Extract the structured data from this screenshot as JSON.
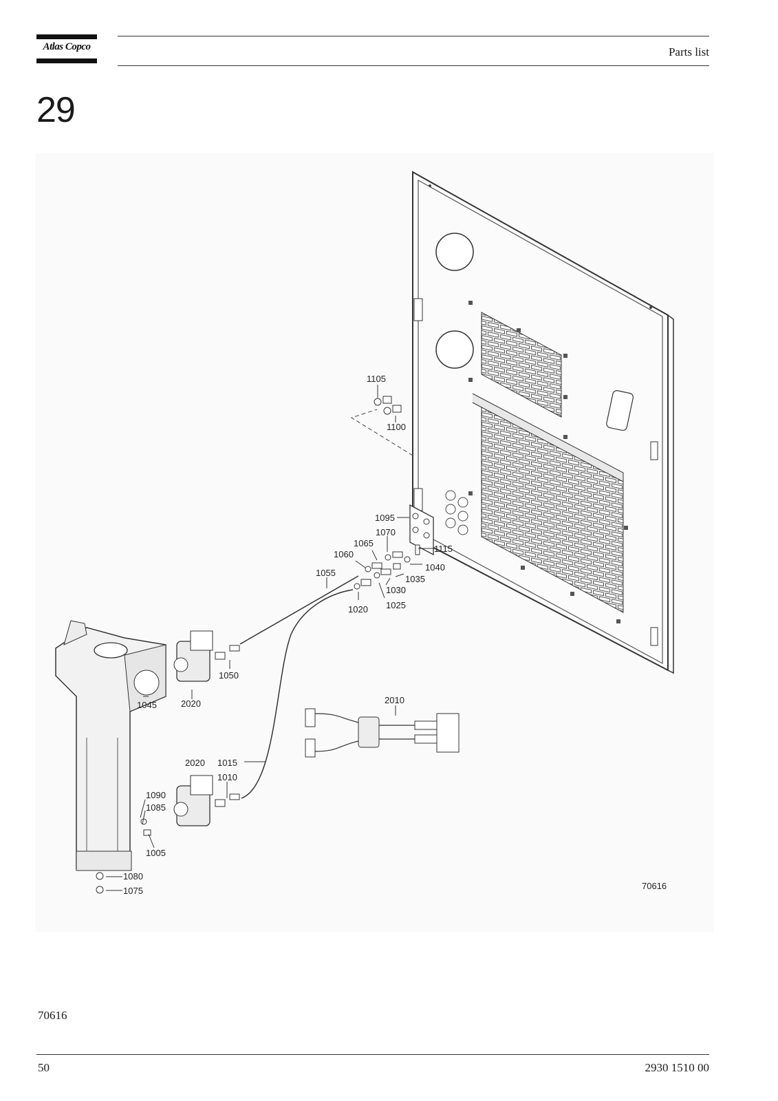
{
  "header": {
    "logo_text": "Atlas Copco",
    "title": "Parts list"
  },
  "section": {
    "number": "29"
  },
  "drawing": {
    "callouts": [
      {
        "id": "c1105",
        "label": "1105"
      },
      {
        "id": "c1100",
        "label": "1100"
      },
      {
        "id": "c1095",
        "label": "1095"
      },
      {
        "id": "c1070",
        "label": "1070"
      },
      {
        "id": "c1065",
        "label": "1065"
      },
      {
        "id": "c1060",
        "label": "1060"
      },
      {
        "id": "c1115",
        "label": "1115"
      },
      {
        "id": "c1040",
        "label": "1040"
      },
      {
        "id": "c1055",
        "label": "1055"
      },
      {
        "id": "c1035",
        "label": "1035"
      },
      {
        "id": "c1030",
        "label": "1030"
      },
      {
        "id": "c1025",
        "label": "1025"
      },
      {
        "id": "c1020",
        "label": "1020"
      },
      {
        "id": "c1050",
        "label": "1050"
      },
      {
        "id": "c1045",
        "label": "1045"
      },
      {
        "id": "c2020a",
        "label": "2020"
      },
      {
        "id": "c2010",
        "label": "2010"
      },
      {
        "id": "c2020b",
        "label": "2020"
      },
      {
        "id": "c1015",
        "label": "1015"
      },
      {
        "id": "c1010",
        "label": "1010"
      },
      {
        "id": "c1090",
        "label": "1090"
      },
      {
        "id": "c1085",
        "label": "1085"
      },
      {
        "id": "c1005",
        "label": "1005"
      },
      {
        "id": "c1080",
        "label": "1080"
      },
      {
        "id": "c1075",
        "label": "1075"
      }
    ],
    "drawing_number": "70616"
  },
  "footer": {
    "figure_id": "70616",
    "page_number": "50",
    "doc_number": "2930 1510 00"
  }
}
